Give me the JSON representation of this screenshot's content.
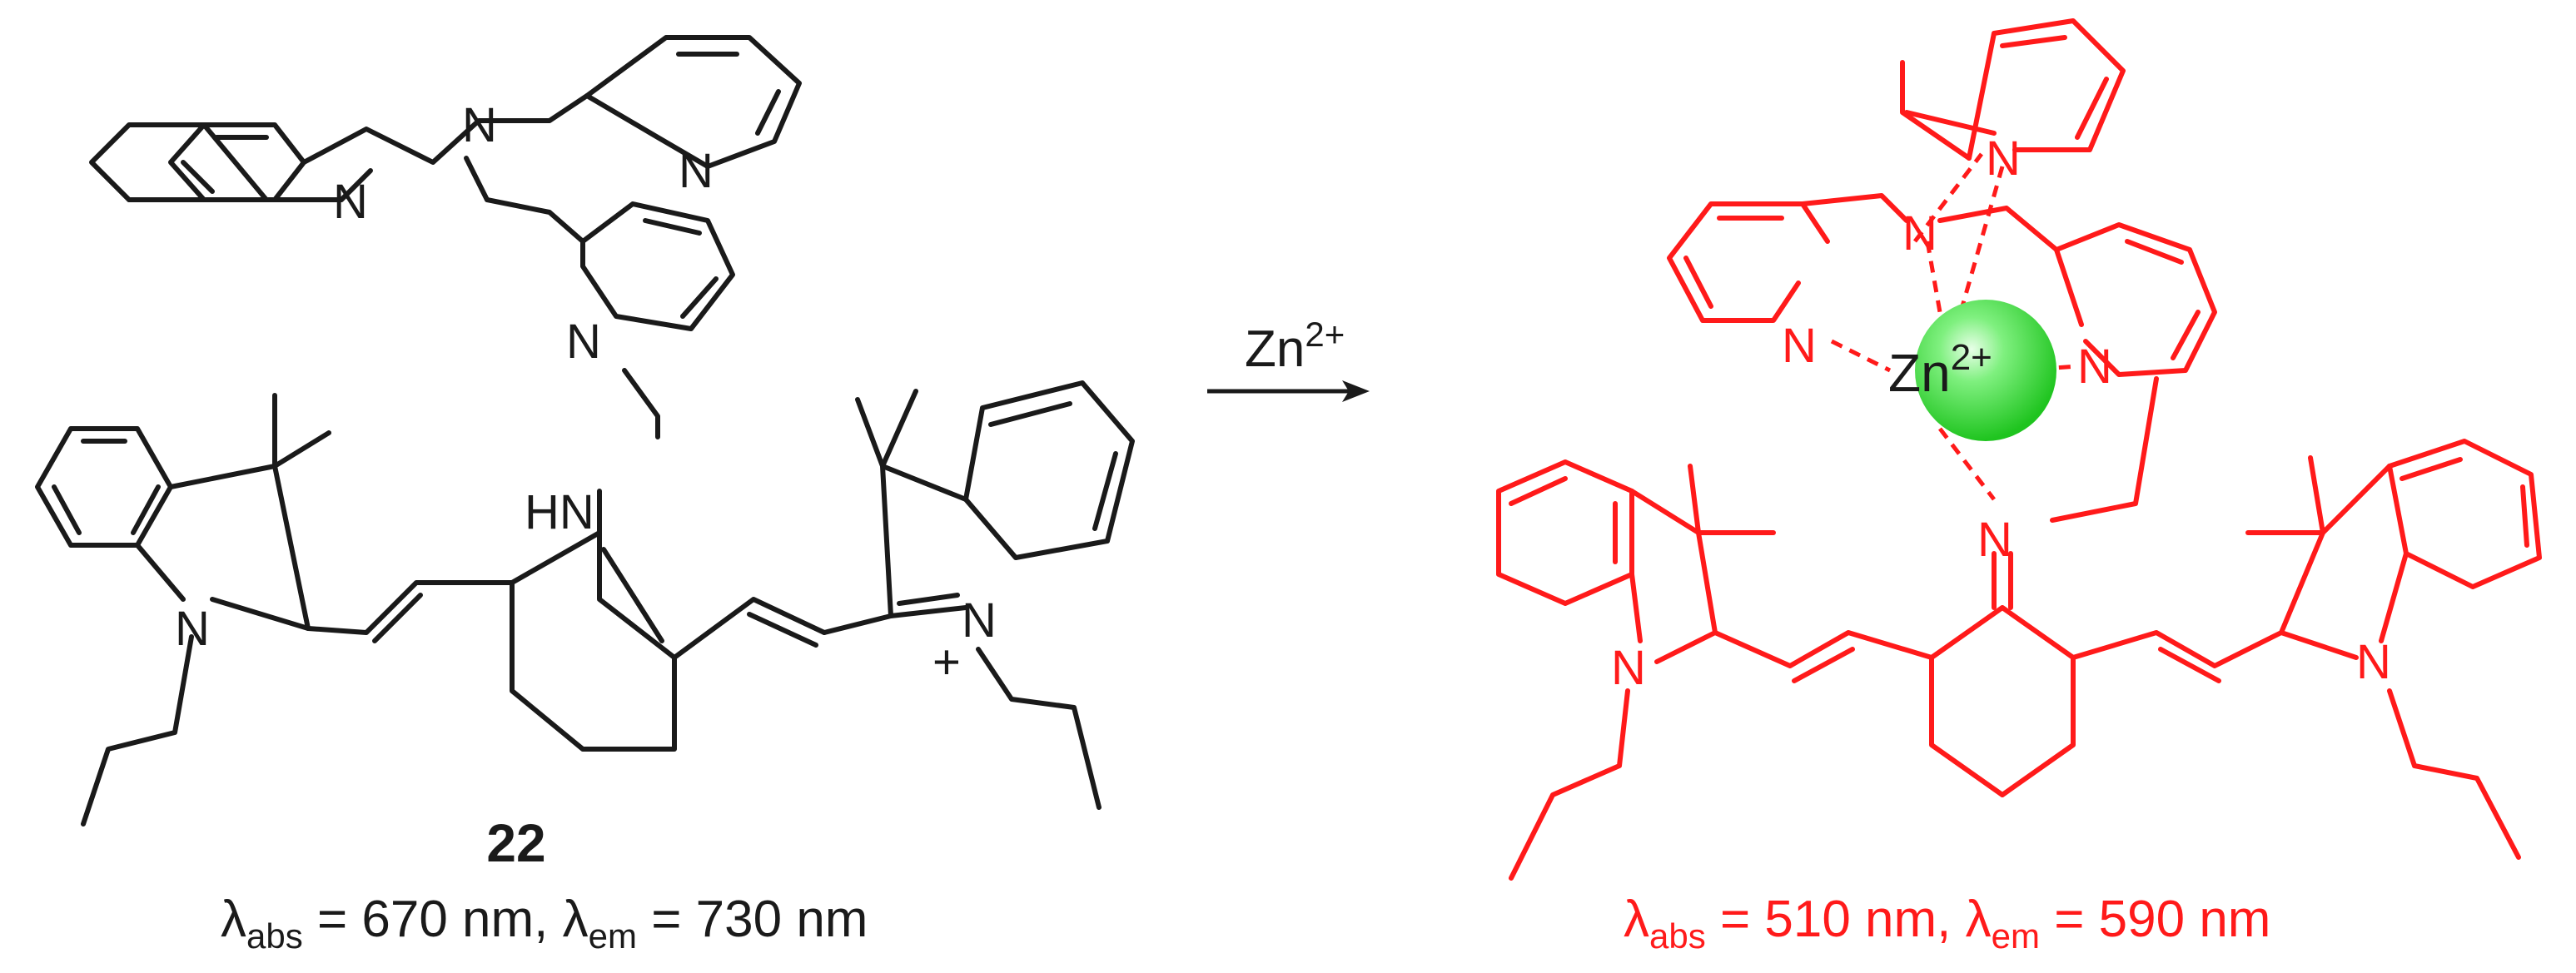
{
  "left_molecule": {
    "compound_number": "22",
    "atoms": {
      "n_pyridine_left": "N",
      "n_amine_top": "N",
      "n_pyridine_right": "N",
      "n_pyridine_center": "N",
      "hn": "HN",
      "n_indoline_left": "N",
      "n_indolium_right": "N",
      "plus_charge": "+"
    },
    "caption": {
      "lambda": "λ",
      "abs_sub": "abs",
      "abs_value": " = 670 nm, ",
      "lambda2": "λ",
      "em_sub": "em",
      "em_value": " = 730 nm"
    }
  },
  "reaction": {
    "reagent_base": "Zn",
    "reagent_sup": "2+"
  },
  "right_complex": {
    "metal_base": "Zn",
    "metal_sup": "2+",
    "metal_color": "#33dd33",
    "atoms": {
      "n_pyridine_top": "N",
      "n_amine": "N",
      "n_pyridine_left": "N",
      "n_pyridine_right": "N",
      "n_imine": "N",
      "n_indoline_left": "N",
      "n_indoline_right": "N"
    },
    "caption": {
      "lambda": "λ",
      "abs_sub": "abs",
      "abs_value": " = 510 nm, ",
      "lambda2": "λ",
      "em_sub": "em",
      "em_value": " = 590 nm"
    }
  },
  "colors": {
    "left_structure": "#1a1a1a",
    "right_structure": "#ff1a1a"
  }
}
